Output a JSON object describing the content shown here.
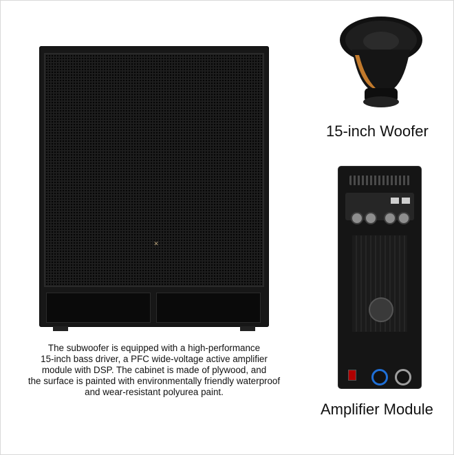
{
  "captions": {
    "woofer": "15-inch Woofer",
    "amplifier": "Amplifier Module"
  },
  "description": [
    "The subwoofer is equipped with a high-performance",
    "15-inch bass driver, a PFC wide-voltage active amplifier",
    "module with DSP. The cabinet is made of plywood, and",
    "the surface is painted with environmentally friendly waterproof",
    "and wear-resistant polyurea paint."
  ],
  "icons": {
    "cabinet": "subwoofer-cabinet-photo",
    "woofer": "woofer-driver-photo",
    "amplifier": "amplifier-module-photo"
  },
  "colors": {
    "cabinet": "#171717",
    "woofer_cone": "#1e1e1e",
    "woofer_basket": "#c27a2c",
    "speakon_blue": "#1f6fd6",
    "power_switch": "#b10000"
  }
}
